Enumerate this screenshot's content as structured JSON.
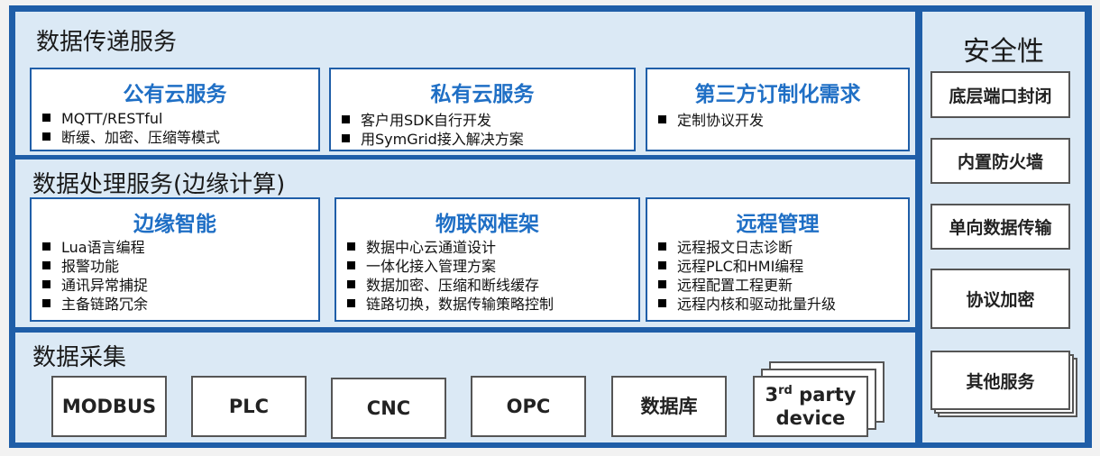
{
  "transfer": {
    "title": "数据传递服务",
    "cards": [
      {
        "title": "公有云服务",
        "items": [
          "MQTT/RESTful",
          "断缓、加密、压缩等模式"
        ]
      },
      {
        "title": "私有云服务",
        "items": [
          "客户用SDK自行开发",
          "用SymGrid接入解决方案"
        ]
      },
      {
        "title": "第三方订制化需求",
        "items": [
          "定制协议开发"
        ]
      }
    ]
  },
  "processing": {
    "title": "数据处理服务(边缘计算)",
    "cards": [
      {
        "title": "边缘智能",
        "items": [
          "Lua语言编程",
          "报警功能",
          "通讯异常捕捉",
          "主备链路冗余"
        ]
      },
      {
        "title": "物联网框架",
        "items": [
          "数据中心云通道设计",
          "一体化接入管理方案",
          "数据加密、压缩和断线缓存",
          "链路切换，数据传输策略控制"
        ]
      },
      {
        "title": "远程管理",
        "items": [
          "远程报文日志诊断",
          "远程PLC和HMI编程",
          "远程配置工程更新",
          "远程内核和驱动批量升级"
        ]
      }
    ]
  },
  "collection": {
    "title": "数据采集",
    "sources": [
      "MODBUS",
      "PLC",
      "CNC",
      "OPC",
      "数据库"
    ],
    "third_party": {
      "prefix": "3",
      "sup": "rd",
      "rest": " party",
      "line2": "device"
    }
  },
  "security": {
    "title": "安全性",
    "items": [
      "底层端口封闭",
      "内置防火墙",
      "单向数据传输",
      "协议加密",
      "其他服务"
    ]
  }
}
